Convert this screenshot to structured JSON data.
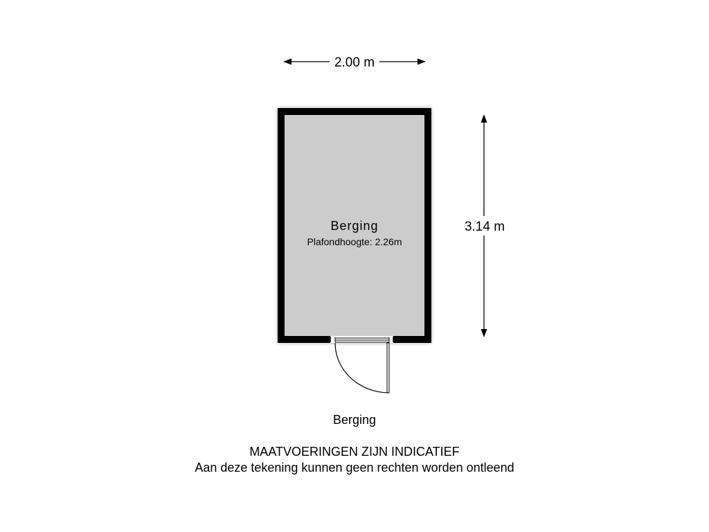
{
  "dimensions": {
    "width_label": "2.00 m",
    "depth_label": "3.14 m"
  },
  "room": {
    "name": "Berging",
    "ceiling_height": "Plafondhoogte: 2.26m"
  },
  "floor_caption": "Berging",
  "disclaimer": {
    "title": "MAATVOERINGEN ZIJN INDICATIEF",
    "note": "Aan deze tekening kunnen geen rechten worden ontleend"
  },
  "colors": {
    "wall": "#000000",
    "floor": "#cccccc",
    "background": "#ffffff"
  }
}
